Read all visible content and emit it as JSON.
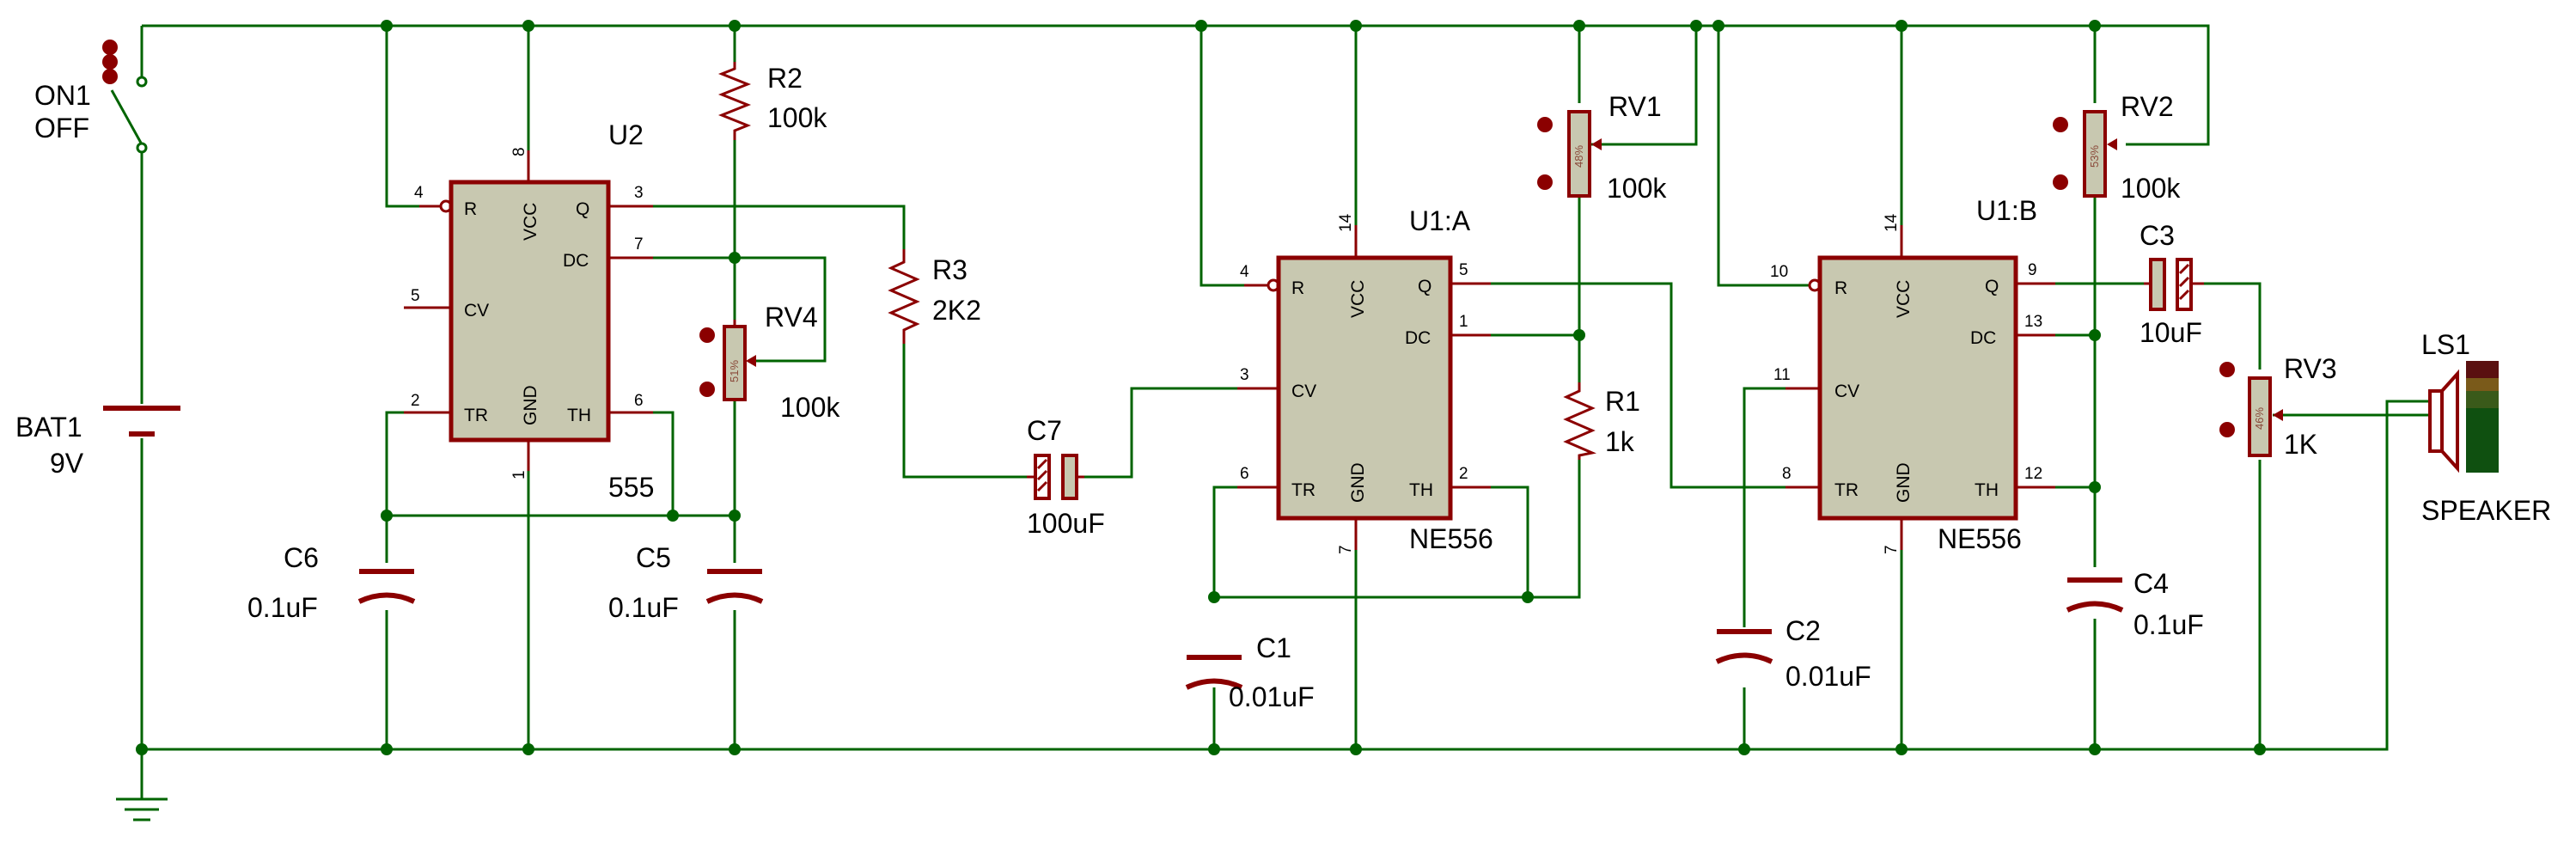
{
  "colors": {
    "wire": "#006400",
    "component": "#8b0000",
    "ic_fill": "#c8c8b0",
    "background": "#ffffff"
  },
  "labels": {
    "switch": {
      "name": "ON1",
      "state": "OFF"
    },
    "battery": {
      "name": "BAT1",
      "value": "9V"
    },
    "u2": {
      "name": "U2",
      "part": "555"
    },
    "u1a": {
      "name": "U1:A",
      "part": "NE556"
    },
    "u1b": {
      "name": "U1:B",
      "part": "NE556"
    },
    "r2": {
      "name": "R2",
      "value": "100k"
    },
    "r3": {
      "name": "R3",
      "value": "2K2"
    },
    "r1": {
      "name": "R1",
      "value": "1k"
    },
    "rv1": {
      "name": "RV1",
      "value": "100k",
      "pct": "48%"
    },
    "rv2": {
      "name": "RV2",
      "value": "100k",
      "pct": "53%"
    },
    "rv3": {
      "name": "RV3",
      "value": "1K",
      "pct": "46%"
    },
    "rv4": {
      "name": "RV4",
      "value": "100k",
      "pct": "51%"
    },
    "c1": {
      "name": "C1",
      "value": "0.01uF"
    },
    "c2": {
      "name": "C2",
      "value": "0.01uF"
    },
    "c3": {
      "name": "C3",
      "value": "10uF"
    },
    "c4": {
      "name": "C4",
      "value": "0.1uF"
    },
    "c5": {
      "name": "C5",
      "value": "0.1uF"
    },
    "c6": {
      "name": "C6",
      "value": "0.1uF"
    },
    "c7": {
      "name": "C7",
      "value": "100uF"
    },
    "ls1": {
      "name": "LS1",
      "value": "SPEAKER"
    }
  },
  "pins": {
    "r": "R",
    "vcc": "VCC",
    "q": "Q",
    "dc": "DC",
    "cv": "CV",
    "tr": "TR",
    "gnd": "GND",
    "th": "TH",
    "u2": {
      "r": "4",
      "vcc": "8",
      "q": "3",
      "dc": "7",
      "cv": "5",
      "tr": "2",
      "gnd": "1",
      "th": "6"
    },
    "u1a": {
      "r": "4",
      "vcc": "14",
      "q": "5",
      "dc": "1",
      "cv": "3",
      "tr": "6",
      "gnd": "7",
      "th": "2"
    },
    "u1b": {
      "r": "10",
      "vcc": "14",
      "q": "9",
      "dc": "13",
      "cv": "11",
      "tr": "8",
      "gnd": "7",
      "th": "12"
    }
  }
}
